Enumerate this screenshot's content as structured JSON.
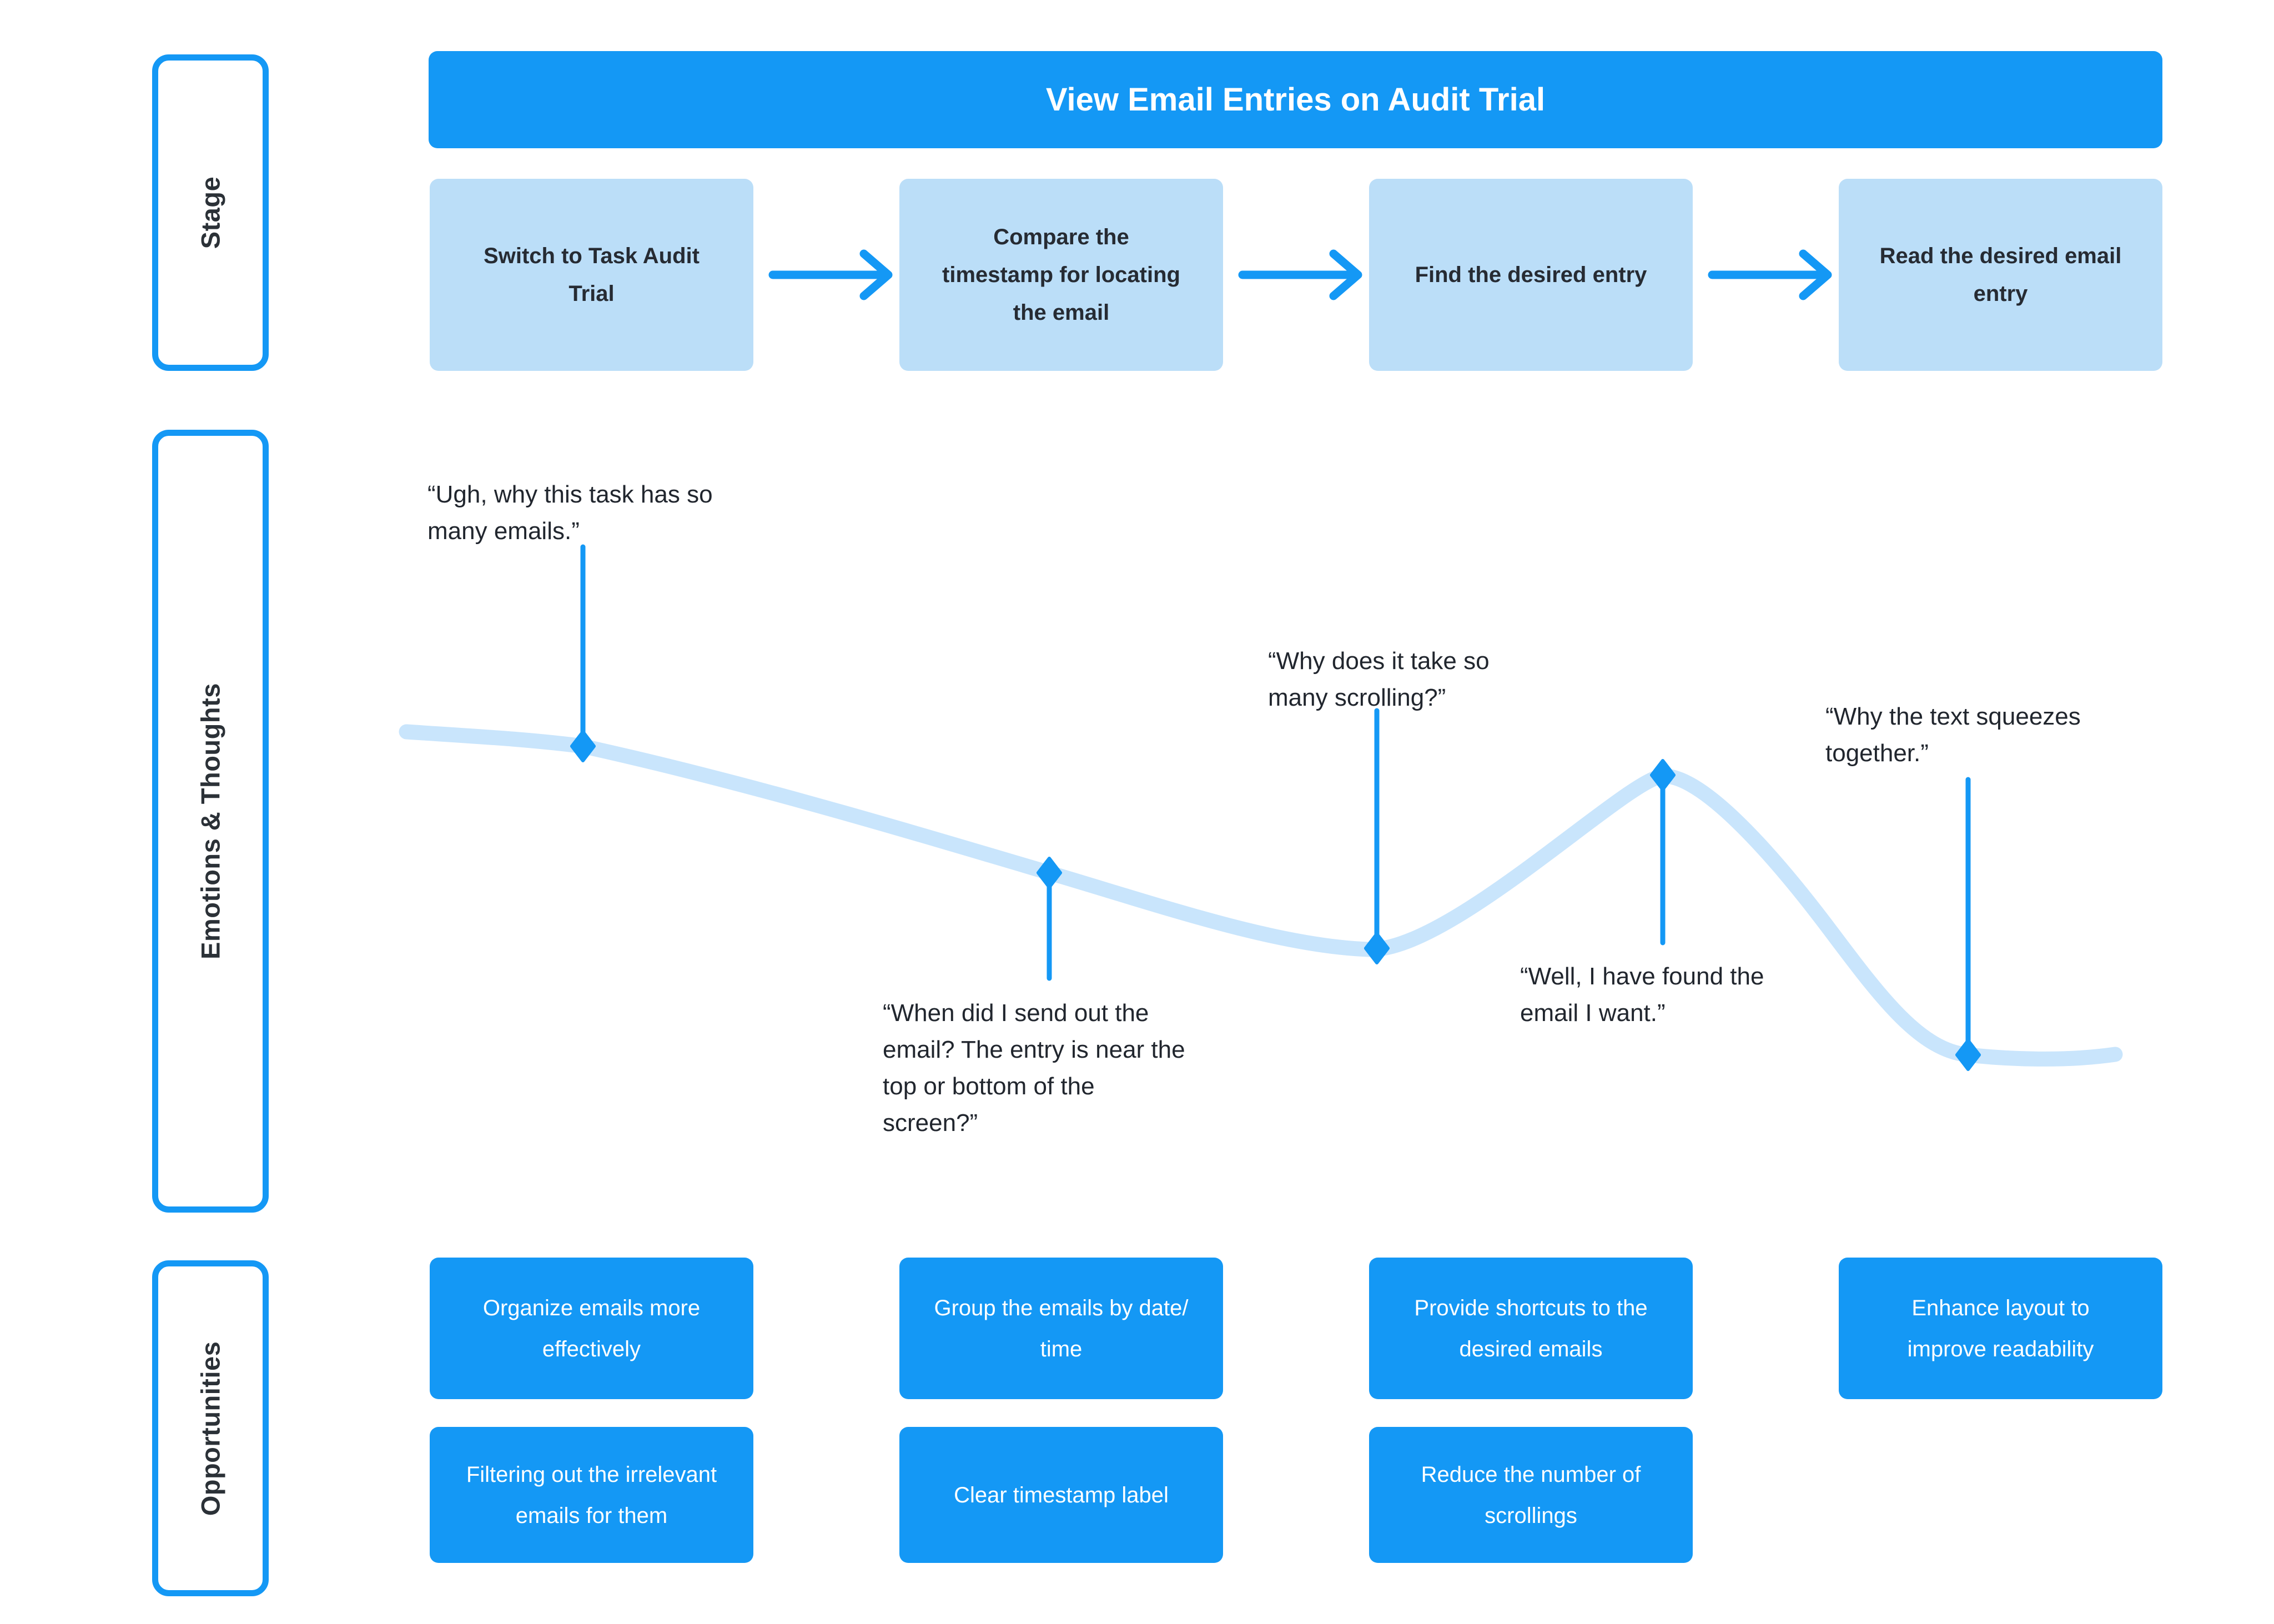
{
  "header": {
    "title": "View Email Entries on Audit Trial"
  },
  "labels": {
    "stage": "Stage",
    "emotions": "Emotions & Thoughts",
    "opportunities": "Opportunities"
  },
  "stages": [
    {
      "text": "Switch to Task Audit\nTrial"
    },
    {
      "text": "Compare the\ntimestamp for locating\nthe email"
    },
    {
      "text": "Find the desired entry"
    },
    {
      "text": "Read the desired email\nentry"
    }
  ],
  "quotes": [
    {
      "text": "“Ugh, why this task has so\nmany emails.”"
    },
    {
      "text": "“When did I send out the\nemail? The entry is near the\ntop or bottom of the\nscreen?”"
    },
    {
      "text": "“Why does it take so\nmany scrolling?”"
    },
    {
      "text": "“Well, I have found the\nemail I want.”"
    },
    {
      "text": "“Why the text squeezes\ntogether.”"
    }
  ],
  "opportunities": [
    {
      "text": "Organize emails more\neffectively"
    },
    {
      "text": "Group the emails by date/\ntime"
    },
    {
      "text": "Provide shortcuts to the\ndesired emails"
    },
    {
      "text": "Enhance layout to\nimprove readability"
    },
    {
      "text": "Filtering out the irrelevant\nemails for them"
    },
    {
      "text": "Clear timestamp label"
    },
    {
      "text": "Reduce the number of\nscrollings"
    }
  ],
  "emotion_curve": {
    "shape": "starts high, gradually declines through switching and timestamp comparison to a low during scrolling, rises to a peak when the desired email is found, then falls to the lowest point while reading the squeezed text",
    "touchpoints": [
      {
        "quote_index": 0,
        "label_position": "above"
      },
      {
        "quote_index": 1,
        "label_position": "below"
      },
      {
        "quote_index": 2,
        "label_position": "above"
      },
      {
        "quote_index": 3,
        "label_position": "below"
      },
      {
        "quote_index": 4,
        "label_position": "above"
      }
    ]
  },
  "colors": {
    "accent_blue": "#1498F5",
    "light_blue": "#BBDEF8",
    "curve_blue": "#C9E5FC",
    "text_dark": "#21262e",
    "white": "#ffffff"
  }
}
